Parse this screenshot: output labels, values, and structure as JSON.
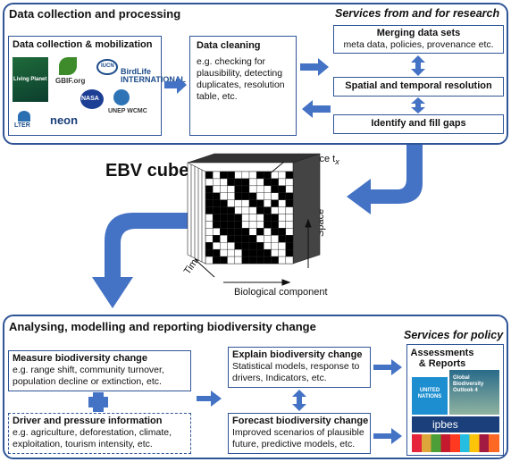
{
  "colors": {
    "accent": "#2f5597",
    "arrow": "#4472c4"
  },
  "top_panel": {
    "title": "Data collection and processing",
    "services_title": "Services from and for research",
    "collection": {
      "title": "Data collection & mobilization",
      "logos": [
        "Living Planet",
        "GBIF.org",
        "IUCN",
        "BirdLife INTERNATIONAL",
        "NASA",
        "UNEP WCMC",
        "LTER",
        "neon"
      ]
    },
    "cleaning": {
      "title": "Data cleaning",
      "text": "e.g. checking for plausibility, detecting duplicates, resolution table, etc."
    },
    "merging": {
      "title": "Merging data sets",
      "text": "meta data, policies, provenance etc."
    },
    "spatial": {
      "title": "Spatial and temporal resolution"
    },
    "gaps": {
      "title": "Identify and fill gaps"
    }
  },
  "cube": {
    "title": "EBV cube",
    "time_slice": "Time slice t",
    "time_slice_sub": "x",
    "axis_space": "Space",
    "axis_time": "Time",
    "axis_bio": "Biological component"
  },
  "bottom_panel": {
    "title": "Analysing, modelling and reporting biodiversity change",
    "services_title": "Services for policy",
    "measure": {
      "title": "Measure biodiversity change",
      "text": "e.g. range shift, community turnover, population decline or extinction, etc."
    },
    "driver": {
      "title": "Driver and pressure information",
      "text": "e.g. agriculture, deforestation, climate, exploitation, tourism intensity, etc."
    },
    "explain": {
      "title": "Explain biodiversity change",
      "text": "Statistical models, response to drivers, Indicators, etc."
    },
    "forecast": {
      "title": "Forecast biodiversity change",
      "text": "Improved scenarios of plausible future, predictive models, etc."
    },
    "assessments": {
      "title": "Assessments & Reports",
      "un": "UNITED NATIONS",
      "gbo": "Global Biodiversity Outlook 4",
      "ipbes": "ipbes"
    }
  }
}
